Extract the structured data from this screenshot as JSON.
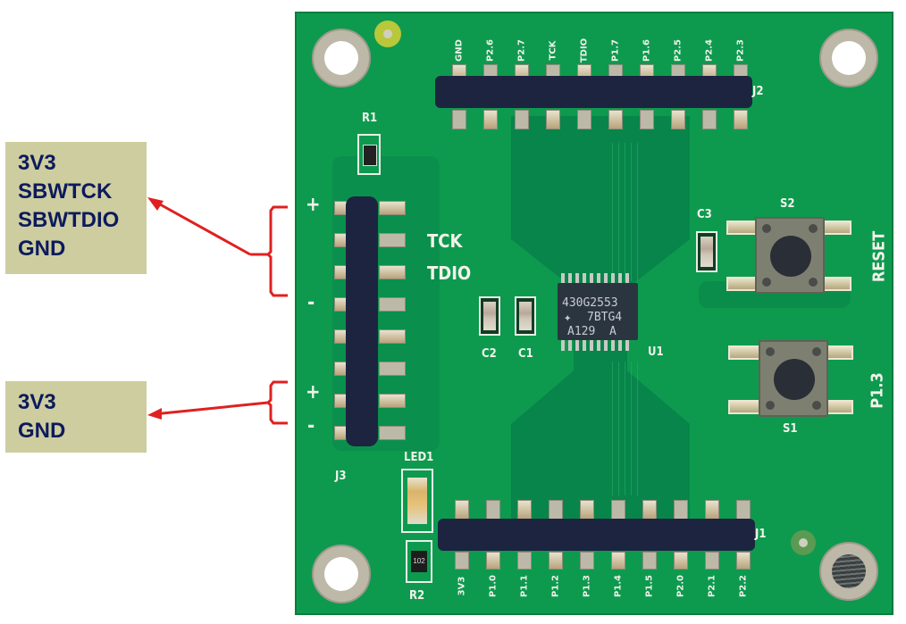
{
  "annotations": {
    "programming_box": {
      "lines": [
        "3V3",
        "SBWTCK",
        "SBWTDIO",
        "GND"
      ],
      "bg_color": "#cdcd9f",
      "text_color": "#0d1a5c"
    },
    "power_box": {
      "lines": [
        "3V3",
        "GND"
      ],
      "bg_color": "#cdcd9f",
      "text_color": "#0d1a5c"
    },
    "arrow_color": "#e02020"
  },
  "board": {
    "pcb_color": "#0d9a4f",
    "headers": {
      "J2": {
        "label": "J2",
        "pins": [
          "GND",
          "P2.6",
          "P2.7",
          "TCK",
          "TDIO",
          "P1.7",
          "P1.6",
          "P2.5",
          "P2.4",
          "P2.3"
        ]
      },
      "J1": {
        "label": "J1",
        "pins": [
          "3V3",
          "P1.0",
          "P1.1",
          "P1.2",
          "P1.3",
          "P1.4",
          "P1.5",
          "P2.0",
          "P2.1",
          "P2.2"
        ]
      },
      "J3": {
        "label": "J3",
        "side_marks": [
          "+",
          "-",
          "+",
          "-"
        ],
        "signal_labels": [
          "TCK",
          "TDIO"
        ]
      }
    },
    "chip": {
      "ref": "U1",
      "line1": "430G2553",
      "line2": "7BTG4",
      "line3": "A129  A",
      "logo": "ti-logo"
    },
    "components": {
      "R1": "R1",
      "R2": "R2",
      "R2_marking": "102",
      "C1": "C1",
      "C2": "C2",
      "C3": "C3",
      "LED1": "LED1",
      "S1": "S1",
      "S2": "S2"
    },
    "button_labels": {
      "reset": "RESET",
      "p13": "P1.3"
    }
  }
}
